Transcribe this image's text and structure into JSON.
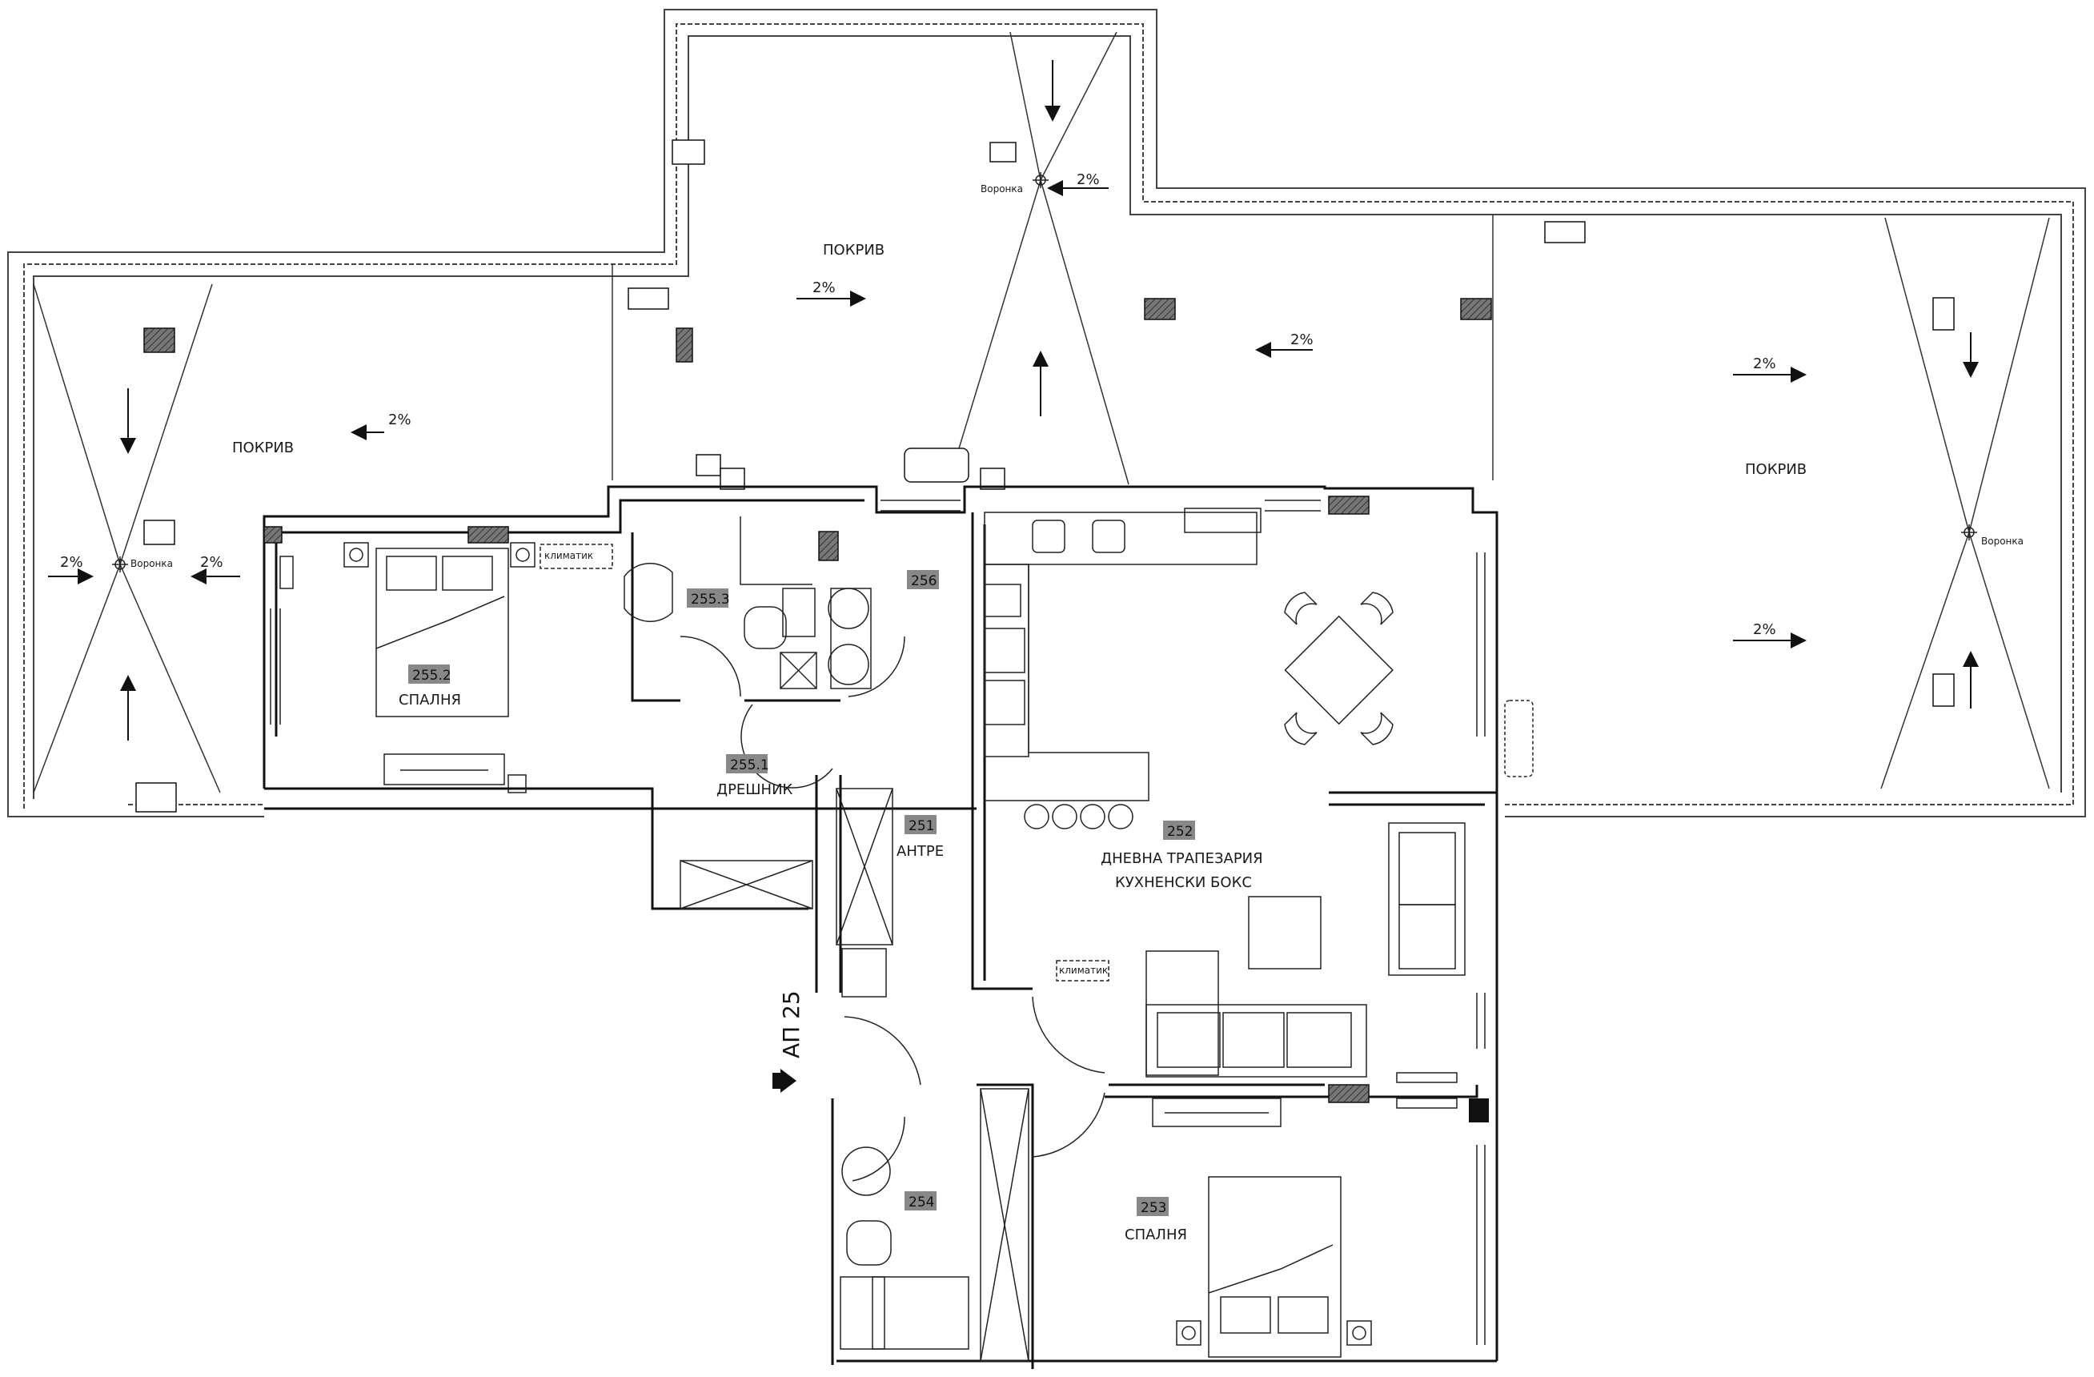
{
  "plan": {
    "apartment_label": "АП 25",
    "roof_labels": [
      "ПОКРИВ",
      "ПОКРИВ",
      "ПОКРИВ"
    ],
    "slope_label": "2%",
    "drain_label": "Воронка",
    "ac_label": "климатик",
    "rooms": [
      {
        "number": "255.2",
        "name": "СПАЛНЯ"
      },
      {
        "number": "255.3",
        "name": ""
      },
      {
        "number": "256",
        "name": ""
      },
      {
        "number": "255.1",
        "name": "ДРЕШНИК"
      },
      {
        "number": "251",
        "name": "АНТРЕ"
      },
      {
        "number": "252",
        "name": "ДНЕВНА ТРАПЕЗАРИЯ"
      },
      {
        "number": "",
        "name": "КУХНЕНСКИ БОКС"
      },
      {
        "number": "254",
        "name": ""
      },
      {
        "number": "253",
        "name": "СПАЛНЯ"
      }
    ]
  }
}
